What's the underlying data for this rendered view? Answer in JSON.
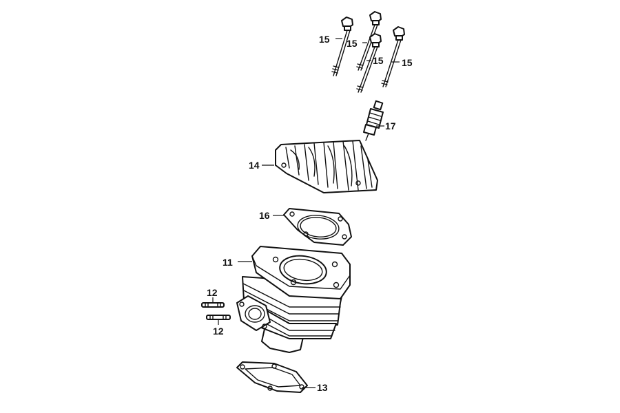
{
  "callouts": {
    "bolt_a": "15",
    "bolt_b": "15",
    "bolt_c": "15",
    "bolt_d": "15",
    "spark_plug": "17",
    "cylinder_head": "14",
    "head_gasket": "16",
    "cylinder": "11",
    "stud_top": "12",
    "stud_bottom": "12",
    "base_gasket": "13"
  },
  "colors": {
    "line": "#111111",
    "background": "#ffffff"
  }
}
